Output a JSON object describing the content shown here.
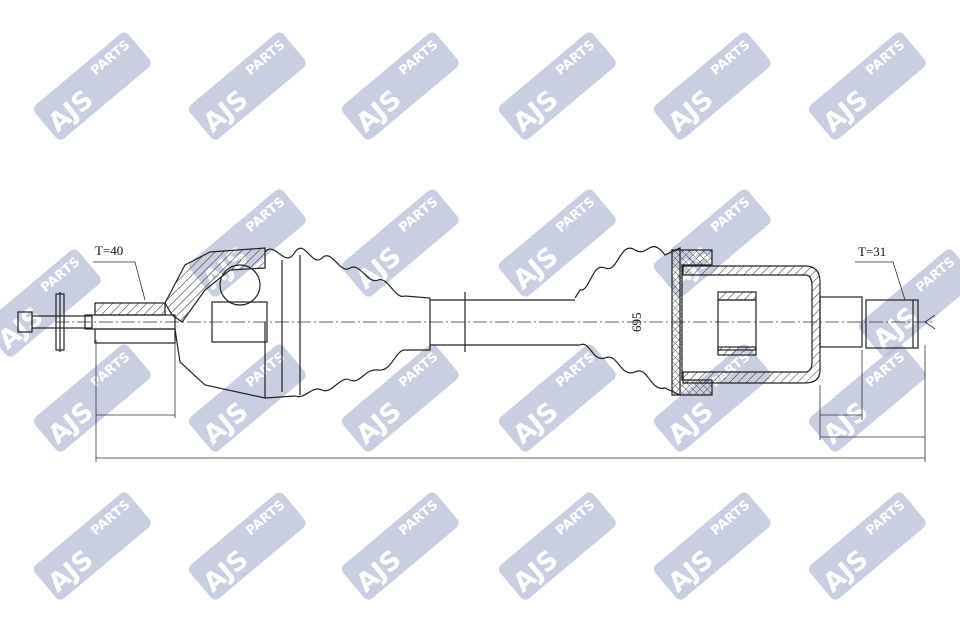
{
  "watermark": {
    "brand_text": "AJS",
    "sub_text": "PARTS",
    "color": "#b8bfd8"
  },
  "drawing": {
    "left_spline_label": "T=40",
    "right_spline_label": "T=31",
    "shaft_diameter_label": "695"
  },
  "colors": {
    "line": "#222222",
    "background": "#ffffff"
  }
}
